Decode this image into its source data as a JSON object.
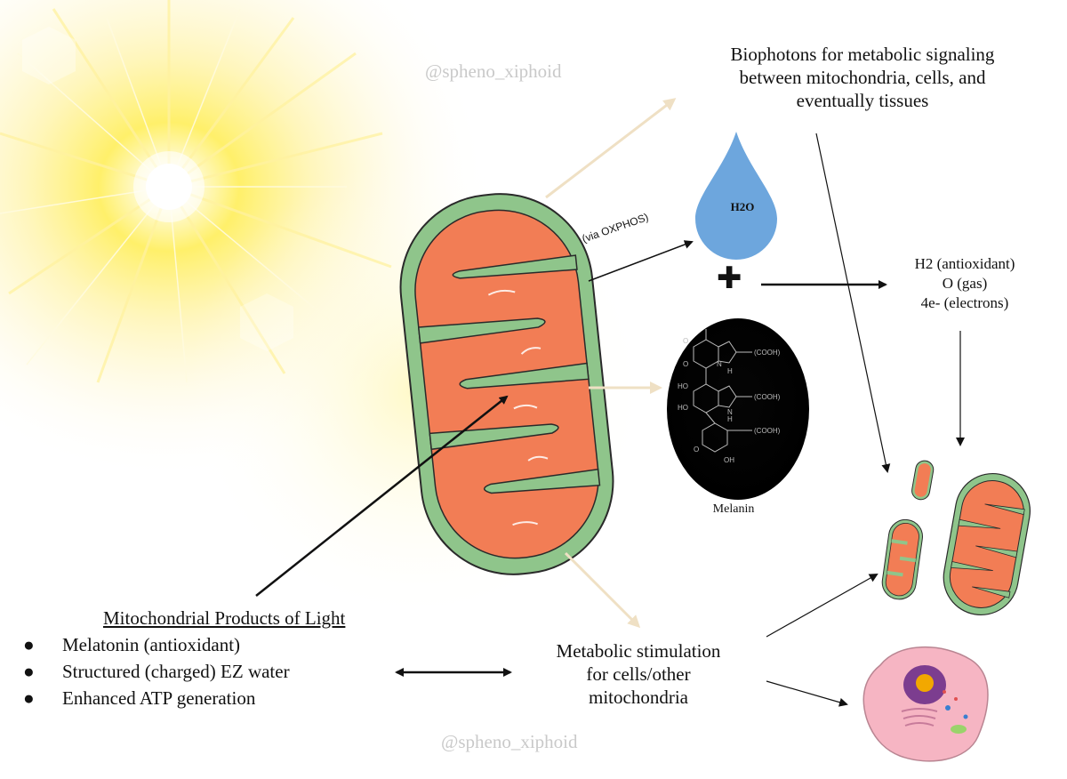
{
  "watermark": {
    "top": "@spheno_xiphoid",
    "bottom": "@spheno_xiphoid"
  },
  "biophotons": {
    "lines": [
      "Biophotons for metabolic signaling",
      "between mitochondria, cells, and",
      "eventually tissues"
    ]
  },
  "water": {
    "label": "H2O",
    "color": "#6da6dd"
  },
  "pathway": {
    "oxphos_label": "(via OXPHOS)",
    "plus_symbol": "✚"
  },
  "products_out": {
    "lines": [
      "H2 (antioxidant)",
      "O (gas)",
      "4e- (electrons)"
    ]
  },
  "melanin": {
    "label": "Melanin",
    "structure_labels": [
      "(COOH)",
      "(COOH)",
      "(COOH)",
      "HO",
      "HO",
      "OH",
      "O",
      "O",
      "O",
      "H",
      "N",
      "H",
      "N"
    ]
  },
  "mito_products": {
    "title": "Mitochondrial Products of Light",
    "bullet": "●",
    "items": [
      "Melatonin (antioxidant)",
      "Structured (charged) EZ water",
      "Enhanced ATP generation"
    ]
  },
  "stimulation": {
    "lines": [
      "Metabolic stimulation",
      "for cells/other",
      "mitochondria"
    ]
  },
  "colors": {
    "mito_outer": "#8fc58b",
    "mito_inner": "#f27d55",
    "mito_outline": "#2a2a2a",
    "sun_core": "#fff7c9",
    "sun_glow": "#ffe45c",
    "cell_body": "#f6b5c3",
    "nucleus": "#7c3d8f",
    "arrow_pale": "#efe0c4",
    "arrow_dark": "#111111"
  }
}
